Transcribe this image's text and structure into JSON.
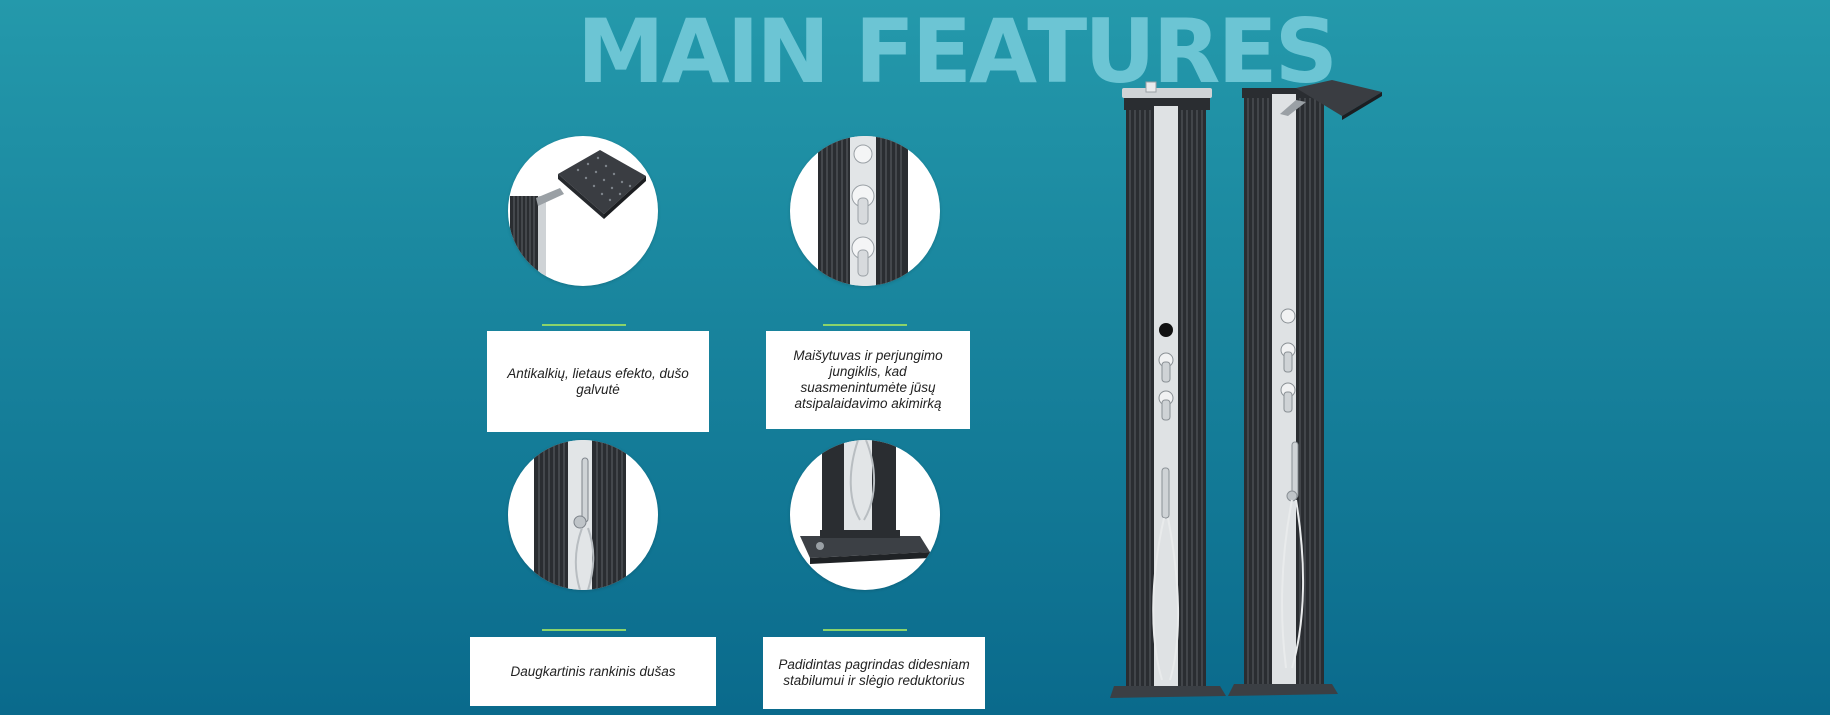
{
  "page": {
    "title": "MAIN FEATURES",
    "colors": {
      "background_top": "#2499ab",
      "background_bottom": "#0a6a8c",
      "title": "#6cc5d4",
      "accent": "#8bd36a"
    }
  },
  "features": [
    {
      "icon": "rain-shower-head-icon",
      "caption": "Antikalkių, lietaus efekto, dušo galvutė"
    },
    {
      "icon": "mixer-switch-icon",
      "caption": "Maišytuvas ir perjungimo jungiklis, kad suasmenintumėte jūsų atsipalaidavimo akimirką"
    },
    {
      "icon": "hand-shower-icon",
      "caption": "Daugkartinis rankinis dušas"
    },
    {
      "icon": "shower-base-icon",
      "caption": "Padidintas pagrindas didesniam stabilumui ir slėgio reduktorius"
    }
  ],
  "product_image": {
    "icon": "outdoor-shower-columns-icon"
  }
}
